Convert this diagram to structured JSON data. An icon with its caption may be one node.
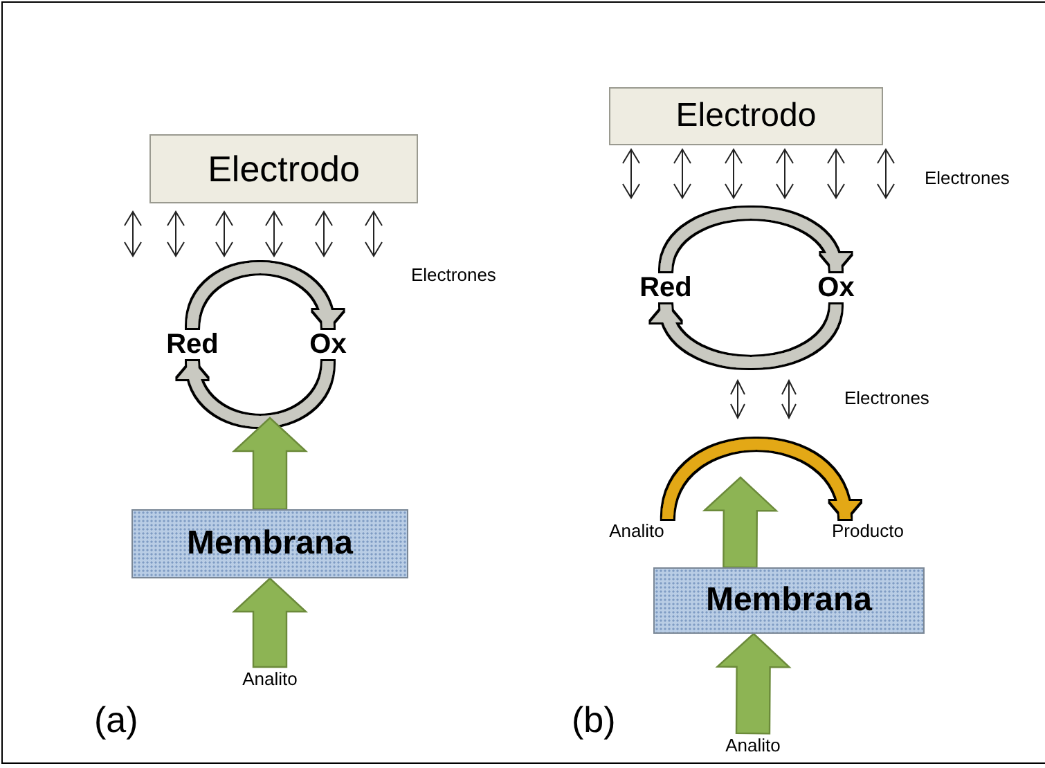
{
  "diagram": {
    "nodes": [
      {
        "text": [
          "Electrodo"
        ]
      },
      {
        "text": [
          "Red"
        ]
      },
      {
        "text": [
          "Ox"
        ]
      },
      {
        "text": [
          "Membrana"
        ]
      },
      {
        "text": [
          "Analito"
        ]
      },
      {
        "text": [
          "Electrodo"
        ]
      },
      {
        "text": [
          "Red"
        ]
      },
      {
        "text": [
          "Ox"
        ]
      },
      {
        "text": [
          "Analito"
        ]
      },
      {
        "text": [
          "Producto"
        ]
      },
      {
        "text": [
          "Membrana"
        ]
      },
      {
        "text": [
          "Analito"
        ]
      }
    ],
    "edges": [
      {
        "from": 1,
        "to": 2,
        "arrow": "to"
      },
      {
        "from": 2,
        "to": 1,
        "arrow": "to"
      },
      {
        "from": 3,
        "to": null,
        "arrow": "to",
        "style": "thick",
        "color": "#8db454"
      },
      {
        "from": 4,
        "to": 3,
        "arrow": "to",
        "style": "thick",
        "color": "#8db454"
      },
      {
        "from": 6,
        "to": 7,
        "arrow": "to"
      },
      {
        "from": 7,
        "to": 6,
        "arrow": "to"
      },
      {
        "from": 8,
        "to": 9,
        "arrow": "to",
        "color": "#e3a812"
      },
      {
        "from": 10,
        "to": null,
        "arrow": "to",
        "style": "thick",
        "color": "#8db454"
      },
      {
        "from": 11,
        "to": 10,
        "arrow": "to",
        "style": "thick",
        "color": "#8db454"
      }
    ],
    "labels": [
      "Electrones",
      "Electrones",
      "Electrones",
      "(a)",
      "(b)"
    ]
  }
}
